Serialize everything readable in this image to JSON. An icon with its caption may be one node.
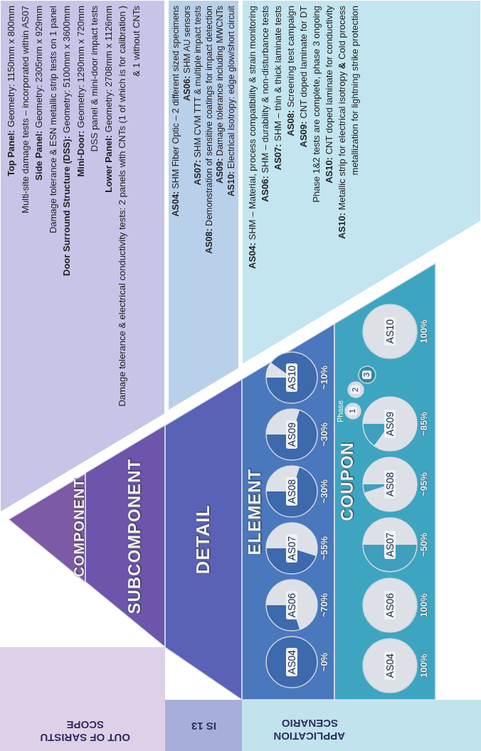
{
  "diagram": {
    "nodes": [
      {
        "text": [
          "OUT OF SARISTU SCOPE"
        ]
      },
      {
        "text": [
          "IS 13"
        ]
      },
      {
        "text": [
          "APPLICATION SCENARIO"
        ]
      },
      {
        "text": [
          "COMPONENT"
        ]
      },
      {
        "text": [
          "SUBCOMPONENT"
        ]
      },
      {
        "text": [
          "DETAIL"
        ]
      },
      {
        "text": [
          "ELEMENT"
        ]
      },
      {
        "text": [
          "AS04"
        ],
        "in": 6,
        "beside": [
          "~0%"
        ]
      },
      {
        "text": [
          "AS06"
        ],
        "in": 6,
        "beside": [
          "~70%"
        ]
      },
      {
        "text": [
          "AS07"
        ],
        "in": 6,
        "beside": [
          "~55%"
        ]
      },
      {
        "text": [
          "AS08"
        ],
        "in": 6,
        "beside": [
          "~30%"
        ]
      },
      {
        "text": [
          "AS09"
        ],
        "in": 6,
        "beside": [
          "~30%"
        ]
      },
      {
        "text": [
          "AS10"
        ],
        "in": 6,
        "beside": [
          "~10%"
        ]
      },
      {
        "text": [
          "COUPON"
        ]
      },
      {
        "text": [
          "AS04"
        ],
        "in": 13,
        "beside": [
          "100%"
        ]
      },
      {
        "text": [
          "AS06"
        ],
        "in": 13,
        "beside": [
          "100%"
        ]
      },
      {
        "text": [
          "AS07"
        ],
        "in": 13,
        "beside": [
          "~50%"
        ]
      },
      {
        "text": [
          "AS08"
        ],
        "in": 13,
        "beside": [
          "~95%"
        ]
      },
      {
        "text": [
          "AS09"
        ],
        "in": 13,
        "beside": [
          "~85%"
        ]
      },
      {
        "text": [
          "AS10"
        ],
        "in": 13,
        "beside": [
          "100%"
        ]
      },
      {
        "text": [
          "1"
        ],
        "in": 13
      },
      {
        "text": [
          "2"
        ],
        "in": 13
      },
      {
        "text": [
          "3"
        ],
        "in": 13
      },
      {
        "text": [
          "**Top Panel:** Geometry: 1150mm x 800mm",
          "Multi-site damage tests – incorporated within AS07",
          "**Side Panel:** Geometry: 2305mm x 929mm",
          "Damage tolerance & ESN metallic strip tests on 1 panel",
          "**Door Surround Structure (DSS):** Geometry: 5100mm x 3600mm",
          "**Mini-Door:** Geometry: 1290mm x 720mm",
          "DSS panel & mini-door impact tests",
          "**Lower Panel:** Geometry: 2708mm x 1126mm",
          "Damage tolerance & electrical conductivity tests: 2 panels with CNTs (1 of which is for calibration ) & 1 without CNTs"
        ]
      },
      {
        "text": [
          "**AS04:** SHM Fiber Optic – 2 different sized specimens",
          "**AS06:** SHM AU sensors",
          "**AS07:** SHM CVM TTT & multiple impact tests",
          "**AS08:** Demonstration of sensitive coatings for impact detection",
          "**AS09:** Damage tolerance including MWCNTs",
          "**AS10:** Electrical isotropy: edge glow/short circuit"
        ]
      },
      {
        "text": [
          "**AS04:** SHM – Material, process compatibility & strain monitoring",
          "**AS06:** SHM – durability & non-disturbance tests",
          "**AS07:** SHM – thin & thick laminate tests",
          "**AS08:** Screening test campaign",
          "**AS09:** CNT doped laminate for DT",
          "Phase 1&2 tests are complete, phase 3 ongoing",
          "**AS10:** CNT doped laminate for conductivity",
          "**AS10:** Metallic strip for electrical isotropy **&** Cold process metallization for lightning strike protection"
        ]
      }
    ],
    "labels": [
      "Phase"
    ]
  }
}
